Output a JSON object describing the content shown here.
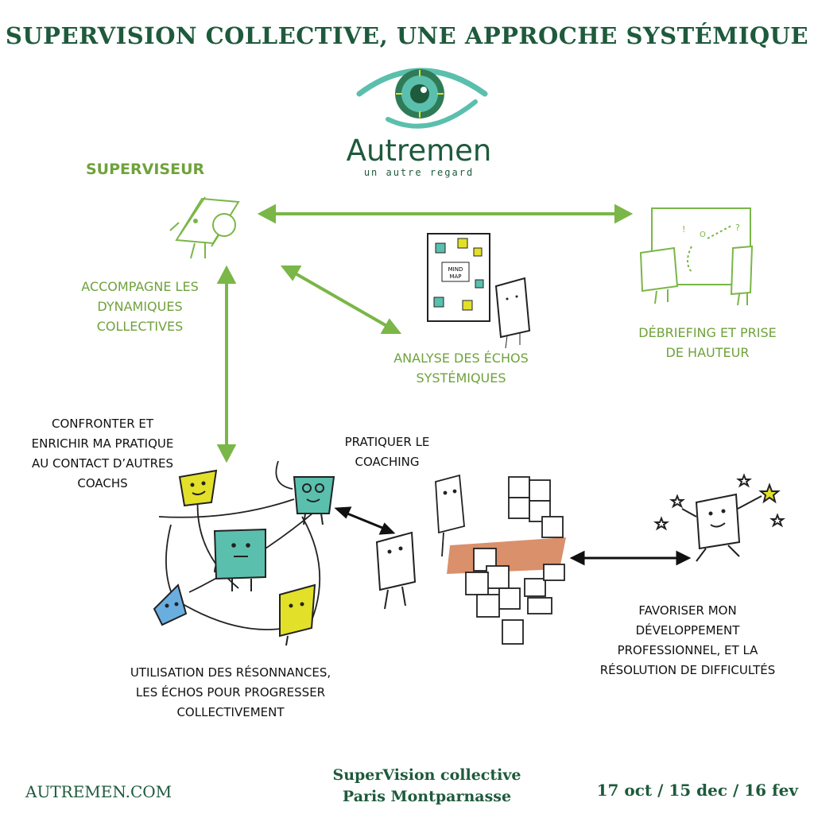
{
  "title": "SUPERVISION COLLECTIVE, UNE APPROCHE SYSTÉMIQUE",
  "logo": {
    "name": "Autremen",
    "tagline": "un autre regard"
  },
  "superviseur": "SUPERVISEUR",
  "labels": {
    "accompagne": [
      "ACCOMPAGNE LES",
      "DYNAMIQUES",
      "COLLECTIVES"
    ],
    "analyse": [
      "ANALYSE DES ÉCHOS",
      "SYSTÉMIQUES"
    ],
    "debriefing": [
      "DÉBRIEFING ET PRISE",
      "DE HAUTEUR"
    ],
    "confronter": [
      "CONFRONTER ET",
      "ENRICHIR MA PRATIQUE",
      "AU CONTACT D’AUTRES",
      "COACHS"
    ],
    "pratiquer": [
      "PRATIQUER LE",
      "COACHING"
    ],
    "utilisation": [
      "UTILISATION DES RÉSONNANCES,",
      "LES ÉCHOS POUR PROGRESSER",
      "COLLECTIVEMENT"
    ],
    "favoriser": [
      "FAVORISER MON",
      "DÉVELOPPEMENT",
      "PROFESSIONNEL, ET LA",
      "RÉSOLUTION DE DIFFICULTÉS"
    ]
  },
  "mindmap_text": [
    "MIND",
    "MAP"
  ],
  "board_marks": [
    "!",
    "O",
    "?"
  ],
  "footer": {
    "website": "AUTREMEN.COM",
    "event_line1": "SuperVision collective",
    "event_line2": "Paris Montparnasse",
    "dates": "17 oct / 15 dec  / 16 fev"
  },
  "colors": {
    "title_green": "#1e5a3c",
    "label_green": "#6fa23c",
    "arrow_green": "#7ab648",
    "teal": "#5bbfad",
    "yellow": "#e3e029",
    "blue": "#6aaee0",
    "orange": "#d9906b"
  }
}
